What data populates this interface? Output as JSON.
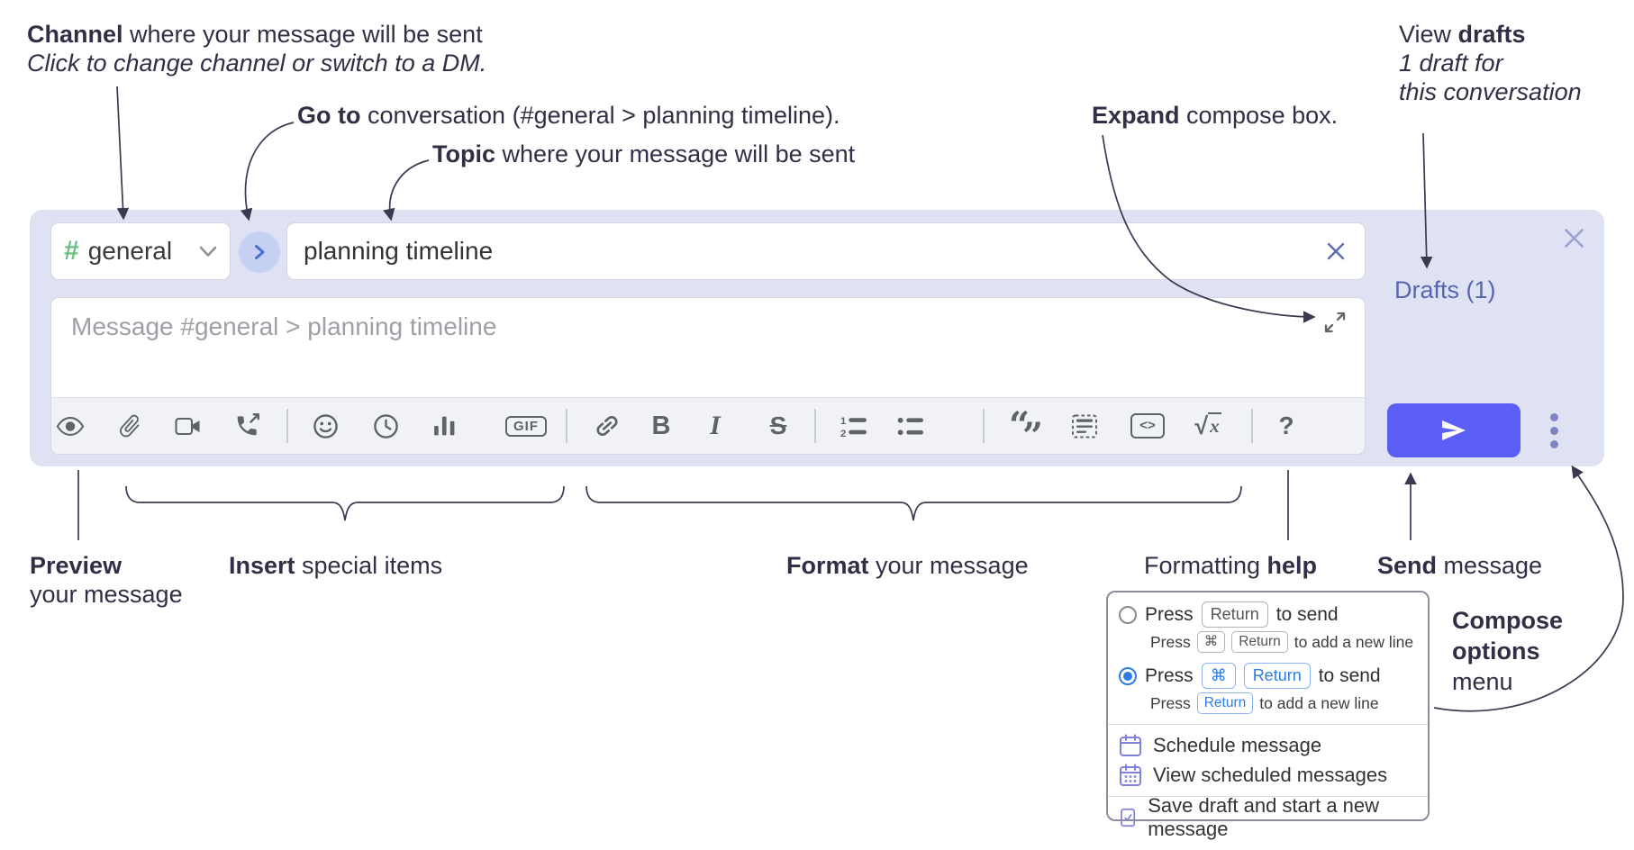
{
  "annotations": {
    "channel_line1_bold": "Channel",
    "channel_line1_rest": " where your message will be sent",
    "channel_line2": "Click to change channel or switch to a DM.",
    "goto_bold": "Go to",
    "goto_rest": " conversation (#general > planning timeline).",
    "topic_bold": "Topic",
    "topic_rest": " where your message will be sent",
    "expand_bold": "Expand",
    "expand_rest": " compose box.",
    "drafts_line1_pre": "View ",
    "drafts_line1_bold": "drafts",
    "drafts_line2": "1 draft for",
    "drafts_line3": "this conversation",
    "preview_bold": "Preview",
    "preview_line2": "your message",
    "insert_bold": "Insert",
    "insert_rest": " special items",
    "format_bold": "Format",
    "format_rest": " your message",
    "help_pre": "Formatting ",
    "help_bold": "help",
    "send_bold": "Send",
    "send_rest": " message",
    "options_line1": "Compose",
    "options_line2": "options",
    "options_line3": "menu"
  },
  "compose": {
    "channel": {
      "hash": "#",
      "name": "general"
    },
    "topic_value": "planning timeline",
    "message_placeholder": "Message #general > planning timeline",
    "drafts_link": "Drafts (1)",
    "toolbar": {
      "gif": "GIF",
      "bold": "B",
      "italic": "I",
      "strike": "S",
      "quote_open": "“",
      "quote_close": "”",
      "code": "<>",
      "math_radical": "√",
      "math_var": "x",
      "help": "?"
    }
  },
  "popup": {
    "option_return": {
      "pre": "Press",
      "key": "Return",
      "post": "to send",
      "sub_pre": "Press",
      "sub_key_cmd": "⌘",
      "sub_key_return": "Return",
      "sub_post": "to add a new line"
    },
    "option_cmd_return": {
      "pre": "Press",
      "key_cmd": "⌘",
      "key_return": "Return",
      "post": "to send",
      "sub_pre": "Press",
      "sub_key_return": "Return",
      "sub_post": "to add a new line"
    },
    "schedule": "Schedule message",
    "view_scheduled": "View scheduled messages",
    "save_draft": "Save draft and start a new message"
  },
  "colors": {
    "compose_bg": "#dee2f3",
    "accent_send": "#5a5ef5",
    "drafts_link": "#5667b0",
    "hash_green": "#6bbd83",
    "goto_blue": "#4c6ed3",
    "key_blue": "#2e7ce0",
    "icon_gray": "#5f6368",
    "annotation_ink": "#312f45",
    "menu_icon_purple": "#8080dd"
  }
}
